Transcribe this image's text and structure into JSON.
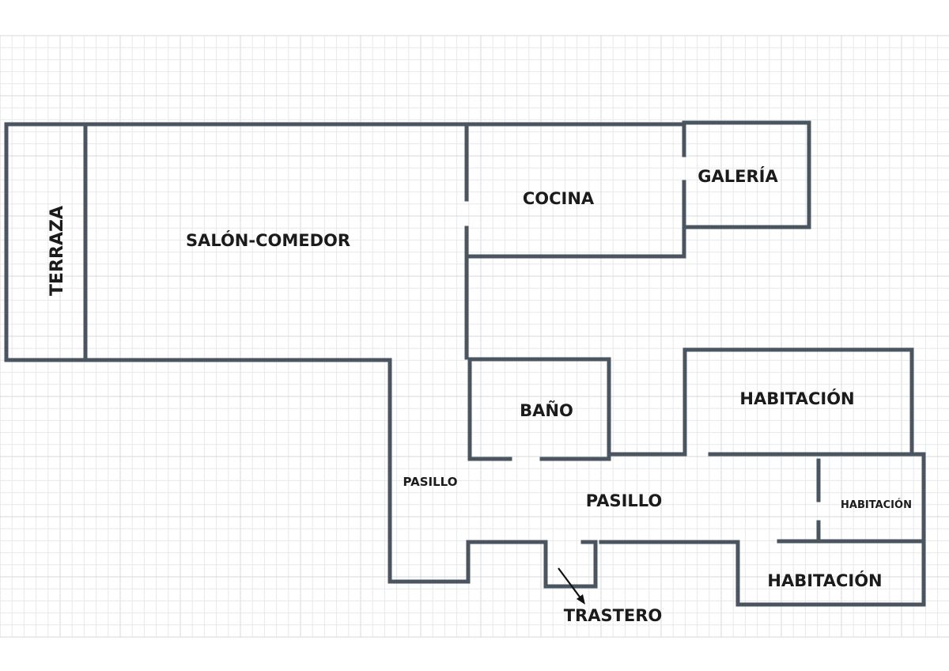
{
  "rooms": {
    "terraza": "TERRAZA",
    "salon_comedor": "SALÓN-COMEDOR",
    "cocina": "COCINA",
    "galeria": "GALERÍA",
    "bano": "BAÑO",
    "habitacion_1": "HABITACIÓN",
    "habitacion_2": "HABITACIÓN",
    "habitacion_3": "HABITACIÓN",
    "pasillo_vertical": "PASILLO",
    "pasillo_horizontal": "PASILLO",
    "trastero": "TRASTERO"
  },
  "colors": {
    "wall": "#4a5560",
    "grid_minor": "#e6e8ea",
    "grid_major": "#d4d8dc",
    "label": "#1b1b1b",
    "background": "#ffffff"
  }
}
